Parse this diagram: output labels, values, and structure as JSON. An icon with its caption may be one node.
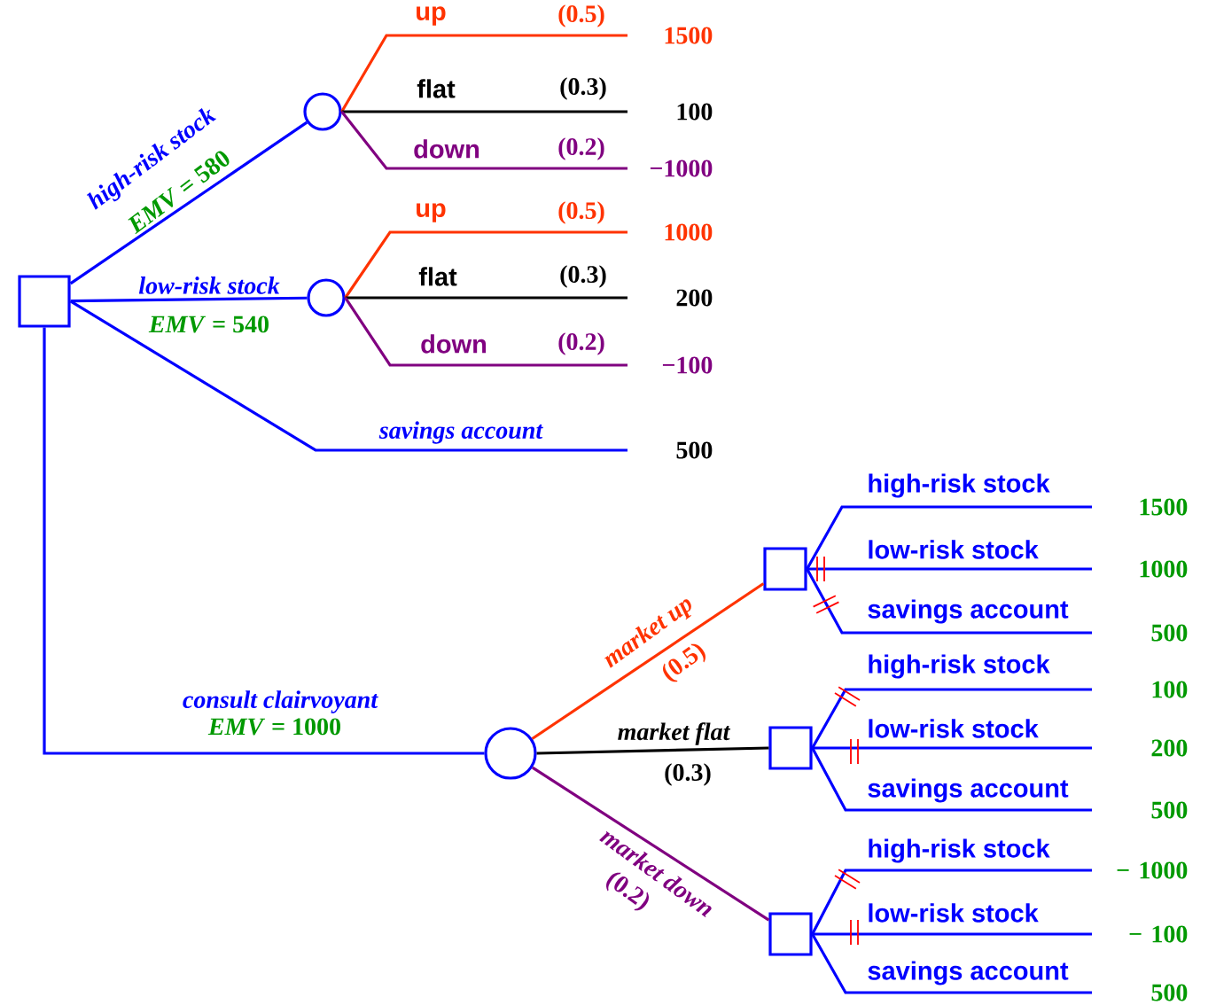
{
  "diagram": {
    "nodes": [
      {
        "text": [],
        "shape": "box"
      },
      {
        "text": [],
        "shape": "circle"
      },
      {
        "text": [
          "1500"
        ]
      },
      {
        "text": [
          "100"
        ]
      },
      {
        "text": [
          "−1000"
        ]
      },
      {
        "text": [],
        "shape": "circle"
      },
      {
        "text": [
          "1000"
        ]
      },
      {
        "text": [
          "200"
        ]
      },
      {
        "text": [
          "−100"
        ]
      },
      {
        "text": [
          "500"
        ]
      },
      {
        "text": [],
        "shape": "circle"
      },
      {
        "text": [],
        "shape": "box"
      },
      {
        "text": [
          "1500"
        ]
      },
      {
        "text": [
          "1000"
        ]
      },
      {
        "text": [
          "500"
        ]
      },
      {
        "text": [],
        "shape": "box"
      },
      {
        "text": [
          "100"
        ]
      },
      {
        "text": [
          "200"
        ]
      },
      {
        "text": [
          "500"
        ]
      },
      {
        "text": [],
        "shape": "box"
      },
      {
        "text": [
          "− 1000"
        ]
      },
      {
        "text": [
          "− 100"
        ]
      },
      {
        "text": [
          "500"
        ]
      }
    ],
    "edges": [
      {
        "from": 0,
        "to": 1,
        "arrow": "none",
        "label": "high-risk stock"
      },
      {
        "from": 0,
        "to": 5,
        "arrow": "none",
        "label": "low-risk stock"
      },
      {
        "from": 0,
        "to": 9,
        "arrow": "none",
        "label": "savings account"
      },
      {
        "from": 0,
        "to": 10,
        "arrow": "none",
        "label": "consult clairvoyant"
      },
      {
        "from": 1,
        "to": 2,
        "arrow": "none",
        "label": "up",
        "color": "#ff3300"
      },
      {
        "from": 1,
        "to": 3,
        "arrow": "none",
        "label": "flat",
        "color": "#000000"
      },
      {
        "from": 1,
        "to": 4,
        "arrow": "none",
        "label": "down",
        "color": "#800080"
      },
      {
        "from": 5,
        "to": 6,
        "arrow": "none",
        "label": "up",
        "color": "#ff3300"
      },
      {
        "from": 5,
        "to": 7,
        "arrow": "none",
        "label": "flat",
        "color": "#000000"
      },
      {
        "from": 5,
        "to": 8,
        "arrow": "none",
        "label": "down",
        "color": "#800080"
      },
      {
        "from": 10,
        "to": 11,
        "arrow": "none",
        "label": "market up",
        "color": "#ff3300"
      },
      {
        "from": 10,
        "to": 15,
        "arrow": "none",
        "label": "market flat",
        "color": "#000000"
      },
      {
        "from": 10,
        "to": 19,
        "arrow": "none",
        "label": "market down",
        "color": "#800080"
      },
      {
        "from": 11,
        "to": 12,
        "arrow": "none",
        "label": "high-risk stock"
      },
      {
        "from": 11,
        "to": 13,
        "arrow": "none",
        "label": "low-risk stock"
      },
      {
        "from": 11,
        "to": 14,
        "arrow": "none",
        "label": "savings account"
      },
      {
        "from": 15,
        "to": 16,
        "arrow": "none",
        "label": "high-risk stock"
      },
      {
        "from": 15,
        "to": 17,
        "arrow": "none",
        "label": "low-risk stock"
      },
      {
        "from": 15,
        "to": 18,
        "arrow": "none",
        "label": "savings account"
      },
      {
        "from": 19,
        "to": 20,
        "arrow": "none",
        "label": "high-risk stock"
      },
      {
        "from": 19,
        "to": 21,
        "arrow": "none",
        "label": "low-risk stock"
      },
      {
        "from": 19,
        "to": 22,
        "arrow": "none",
        "label": "savings account"
      }
    ],
    "labels": [
      "(0.5)",
      "(0.3)",
      "(0.2)",
      "(0.5)",
      "(0.3)",
      "(0.2)",
      "*EMV* = 580",
      "*EMV* = 540",
      "*EMV* = 1000",
      "(0.5)",
      "(0.3)",
      "(0.2)"
    ]
  }
}
